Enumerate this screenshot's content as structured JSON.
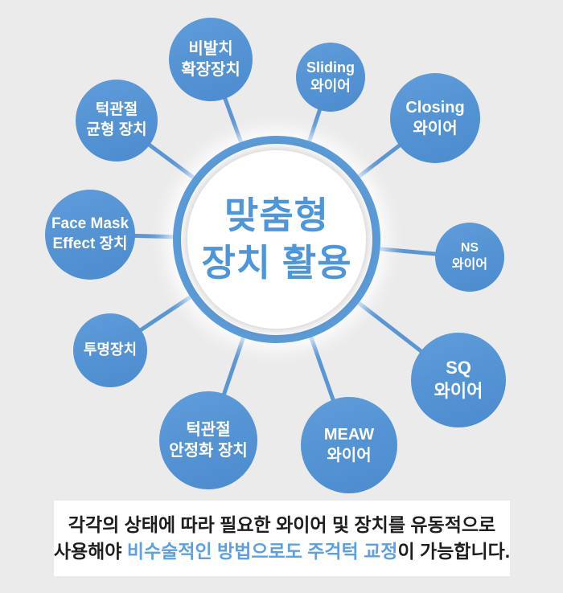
{
  "colors": {
    "background": "#EBEBEB",
    "node_blue": "#5B96D4",
    "center_ring_blue": "#5B9BD8",
    "center_title_blue": "#4E96DB",
    "caption_highlight_blue": "#5C9FE4",
    "caption_text": "#1E1E1E"
  },
  "diagram": {
    "center": {
      "title": "맞춤형\n장치 활용"
    },
    "nodes": [
      {
        "label": "비발치\n확장장치"
      },
      {
        "label": "Sliding\n와이어"
      },
      {
        "label": "Closing\n와이어"
      },
      {
        "label": "NS\n와이어"
      },
      {
        "label": "SQ\n와이어"
      },
      {
        "label": "MEAW\n와이어"
      },
      {
        "label": "턱관절\n안정화 장치"
      },
      {
        "label": "투명장치"
      },
      {
        "label": "Face Mask\nEffect 장치"
      },
      {
        "label": "턱관절\n균형 장치"
      }
    ]
  },
  "caption": {
    "line1": "각각의 상태에 따라 필요한 와이어 및 장치를 유동적으로",
    "line2_prefix": "사용해야 ",
    "line2_highlight": "비수술적인 방법으로도 주걱턱 교정",
    "line2_suffix": "이 가능합니다."
  }
}
